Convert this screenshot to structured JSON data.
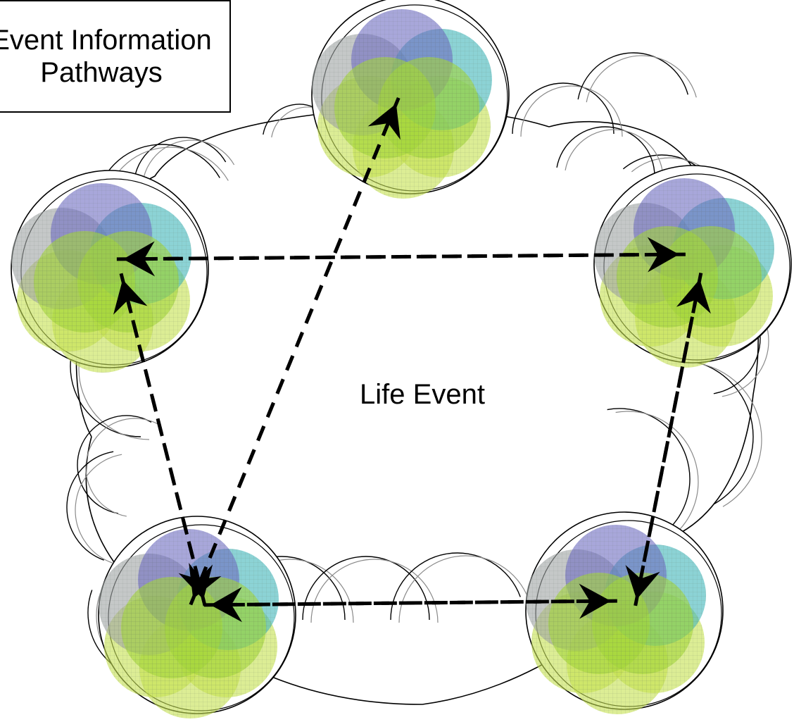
{
  "diagram": {
    "title_line1": "Event Information",
    "title_line2": "Pathways",
    "center_label": "Life Event"
  },
  "colors": {
    "purple": "#6e6cc2",
    "teal": "#3fb6b9",
    "grey": "#9ea3a4",
    "lime": "#a3d53a",
    "light_lime": "#c4e14f",
    "outline": "#000000",
    "secondary_outline": "#8a8a8a"
  },
  "nodes": [
    {
      "name": "node-top"
    },
    {
      "name": "node-left"
    },
    {
      "name": "node-right"
    },
    {
      "name": "node-bottom-left"
    },
    {
      "name": "node-bottom-right"
    }
  ],
  "pathways": [
    {
      "from": "node-bottom-left",
      "to": "node-top"
    },
    {
      "from": "node-top",
      "to": "node-bottom-left"
    },
    {
      "from": "node-left",
      "to": "node-right"
    },
    {
      "from": "node-right",
      "to": "node-left"
    },
    {
      "from": "node-left",
      "to": "node-bottom-left"
    },
    {
      "from": "node-bottom-left",
      "to": "node-left"
    },
    {
      "from": "node-right",
      "to": "node-bottom-right"
    },
    {
      "from": "node-bottom-right",
      "to": "node-right"
    },
    {
      "from": "node-bottom-left",
      "to": "node-bottom-right"
    },
    {
      "from": "node-bottom-right",
      "to": "node-bottom-left"
    }
  ]
}
